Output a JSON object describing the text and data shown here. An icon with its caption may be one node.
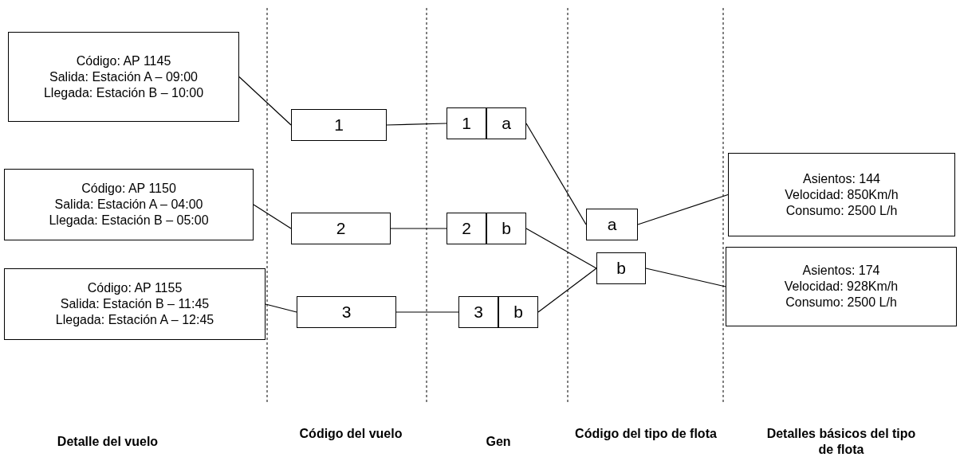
{
  "diagram": {
    "nodes": [
      {
        "text": [
          "Código: AP 1145",
          "Salida: Estación A – 09:00",
          "Llegada: Estación B – 10:00"
        ]
      },
      {
        "text": [
          "Código: AP 1150",
          "Salida: Estación A – 04:00",
          "Llegada: Estación B – 05:00"
        ]
      },
      {
        "text": [
          "Código: AP 1155",
          "Salida: Estación B – 11:45",
          "Llegada: Estación A – 12:45"
        ]
      },
      {
        "text": [
          "1"
        ]
      },
      {
        "text": [
          "2"
        ]
      },
      {
        "text": [
          "3"
        ]
      },
      {
        "text": [
          "1"
        ]
      },
      {
        "text": [
          "a"
        ]
      },
      {
        "text": [
          "2"
        ]
      },
      {
        "text": [
          "b"
        ]
      },
      {
        "text": [
          "3"
        ]
      },
      {
        "text": [
          "b"
        ]
      },
      {
        "text": [
          "a"
        ]
      },
      {
        "text": [
          "b"
        ]
      },
      {
        "text": [
          "Asientos: 144",
          "Velocidad: 850Km/h",
          "Consumo: 2500 L/h"
        ]
      },
      {
        "text": [
          "Asientos: 174",
          "Velocidad: 928Km/h",
          "Consumo: 2500 L/h"
        ]
      }
    ],
    "edges": [
      {
        "from": 0,
        "to": 3,
        "arrow": "none"
      },
      {
        "from": 1,
        "to": 4,
        "arrow": "none"
      },
      {
        "from": 2,
        "to": 5,
        "arrow": "none"
      },
      {
        "from": 3,
        "to": 6,
        "arrow": "none"
      },
      {
        "from": 4,
        "to": 8,
        "arrow": "none"
      },
      {
        "from": 5,
        "to": 10,
        "arrow": "none"
      },
      {
        "from": 7,
        "to": 12,
        "arrow": "none"
      },
      {
        "from": 9,
        "to": 13,
        "arrow": "none"
      },
      {
        "from": 11,
        "to": 13,
        "arrow": "none"
      },
      {
        "from": 12,
        "to": 14,
        "arrow": "none"
      },
      {
        "from": 13,
        "to": 15,
        "arrow": "none"
      }
    ],
    "labels": [
      "Detalle del vuelo",
      "Código del vuelo",
      "Gen",
      "Código del tipo de flota",
      "Detalles básicos del tipo de flota"
    ]
  }
}
